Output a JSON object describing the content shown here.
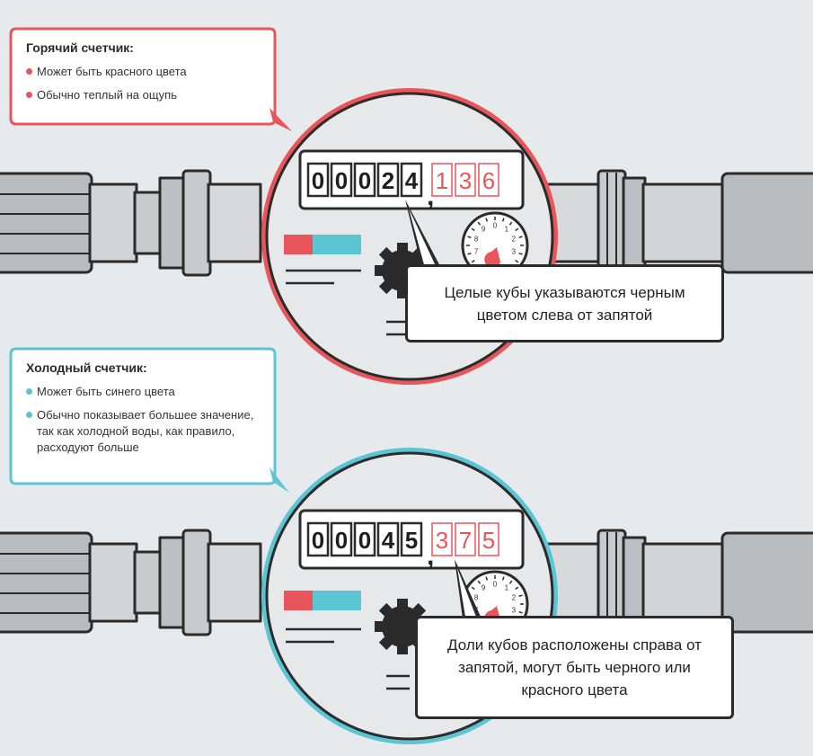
{
  "hot_meter": {
    "title": "Горячий счетчик:",
    "items": [
      "Может быть красного цвета",
      "Обычно теплый на ощупь"
    ],
    "digits_black": [
      "0",
      "0",
      "0",
      "2",
      "4"
    ],
    "digits_red": [
      "1",
      "3",
      "6"
    ],
    "dial_numbers": [
      "9",
      "0",
      "1",
      "8",
      "2",
      "7",
      "3"
    ],
    "callout": "Целые кубы указываются черным цветом слева от запятой"
  },
  "cold_meter": {
    "title": "Холодный счетчик:",
    "items": [
      "Может быть синего цвета",
      "Обычно показывает большее значение, так как холодной воды, как правило, расходуют больше"
    ],
    "digits_black": [
      "0",
      "0",
      "0",
      "4",
      "5"
    ],
    "digits_red": [
      "3",
      "7",
      "5"
    ],
    "dial_numbers": [
      "9",
      "0",
      "1",
      "8",
      "2",
      "7",
      "3"
    ],
    "callout": "Доли кубов расположены справа от запятой, могут быть черного или красного цвета"
  },
  "colors": {
    "hot_accent": "#e8555a",
    "cold_accent": "#5cc5d4",
    "outline": "#2b2b2b",
    "pipe": "#bdbfc2",
    "background": "#e6eaed"
  },
  "icons": [
    "gear-icon",
    "dial-icon"
  ]
}
